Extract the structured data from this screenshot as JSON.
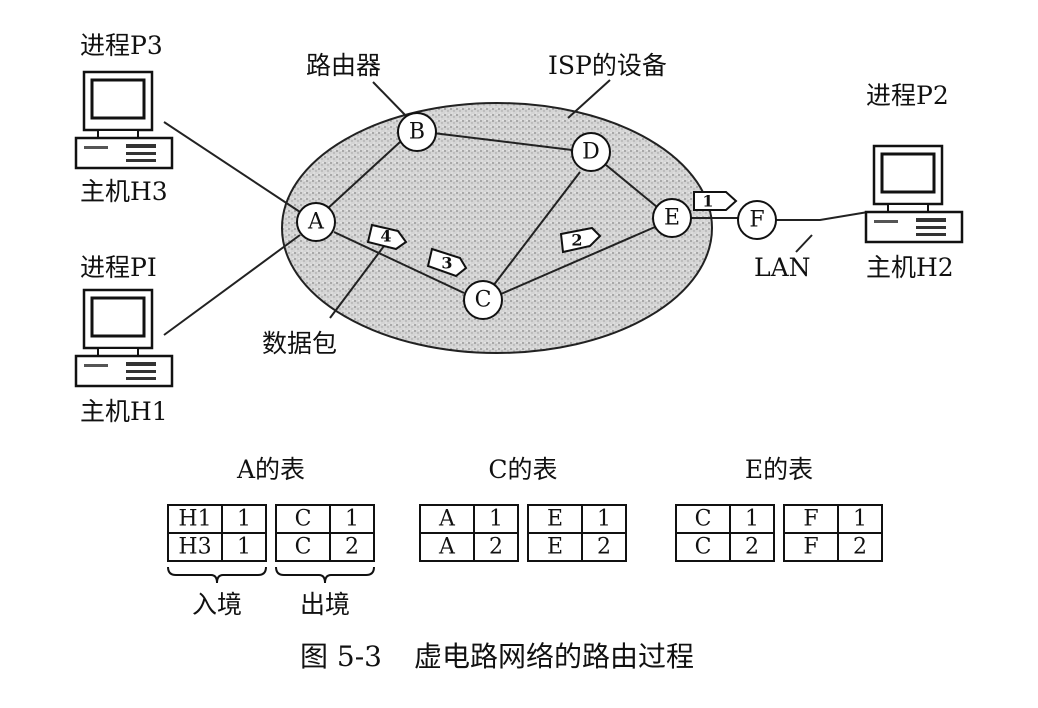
{
  "caption": {
    "number": "图 5-3",
    "title": "虚电路网络的路由过程"
  },
  "labels": {
    "router": "路由器",
    "isp_equipment": "ISP的设备",
    "packet": "数据包",
    "lan": "LAN"
  },
  "hosts": [
    {
      "id": "h3",
      "process": "进程P3",
      "host": "主机H3"
    },
    {
      "id": "h1",
      "process": "进程PI",
      "host": "主机H1"
    },
    {
      "id": "h2",
      "process": "进程P2",
      "host": "主机H2"
    }
  ],
  "nodes": [
    {
      "id": "A",
      "label": "A"
    },
    {
      "id": "B",
      "label": "B"
    },
    {
      "id": "C",
      "label": "C"
    },
    {
      "id": "D",
      "label": "D"
    },
    {
      "id": "E",
      "label": "E"
    },
    {
      "id": "F",
      "label": "F"
    }
  ],
  "packets": [
    "1",
    "2",
    "3",
    "4"
  ],
  "tables": [
    {
      "title": "A的表",
      "in": [
        [
          "H1",
          "1"
        ],
        [
          "H3",
          "1"
        ]
      ],
      "out": [
        [
          "C",
          "1"
        ],
        [
          "C",
          "2"
        ]
      ]
    },
    {
      "title": "C的表",
      "in": [
        [
          "A",
          "1"
        ],
        [
          "A",
          "2"
        ]
      ],
      "out": [
        [
          "E",
          "1"
        ],
        [
          "E",
          "2"
        ]
      ]
    },
    {
      "title": "E的表",
      "in": [
        [
          "C",
          "1"
        ],
        [
          "C",
          "2"
        ]
      ],
      "out": [
        [
          "F",
          "1"
        ],
        [
          "F",
          "2"
        ]
      ]
    }
  ],
  "table_braces": {
    "in_label": "入境",
    "out_label": "出境"
  }
}
